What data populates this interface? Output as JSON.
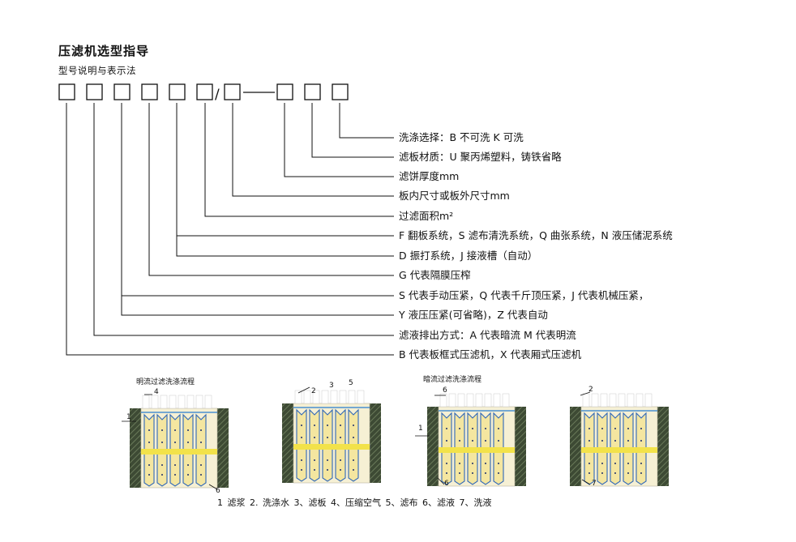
{
  "title": "压滤机选型指导",
  "subtitle": "型号说明与表示法",
  "model_code": {
    "separator_slash": "/"
  },
  "descriptions": [
    "洗涤选择：B 不可洗  K 可洗",
    "滤板材质：U 聚丙烯塑料，铸铁省略",
    "滤饼厚度mm",
    "板内尺寸或板外尺寸mm",
    "过滤面积m²",
    "F 翻板系统，S 滤布清洗系统，Q 曲张系统，N 液压储泥系统",
    "D 振打系统，J 接液槽（自动）",
    "G 代表隔膜压榨",
    "S 代表手动压紧，Q 代表千斤顶压紧，J 代表机械压紧，",
    "Y 液压压紧(可省略)，Z 代表自动",
    "滤液排出方式：A 代表暗流  M 代表明流",
    "B 代表板框式压滤机，X 代表厢式压滤机"
  ],
  "diagrams": [
    {
      "title": "明流过滤洗涤流程",
      "labels": [
        "4",
        "1",
        "6"
      ]
    },
    {
      "title": "",
      "labels": [
        "2",
        "3",
        "5"
      ]
    },
    {
      "title": "暗流过滤洗涤流程",
      "labels": [
        "6",
        "1",
        "6"
      ]
    },
    {
      "title": "",
      "labels": [
        "2",
        "7"
      ]
    }
  ],
  "legend": "1  滤浆   2. 洗涤水   3、滤板   4、压缩空气   5、滤布   6、滤液   7、洗液",
  "colors": {
    "slurry": "#f2e24a",
    "water_line": "#4a8fd0",
    "cloth": "#2f67b8",
    "frame": "#3d4a34",
    "plate": "#f6f0d4"
  }
}
